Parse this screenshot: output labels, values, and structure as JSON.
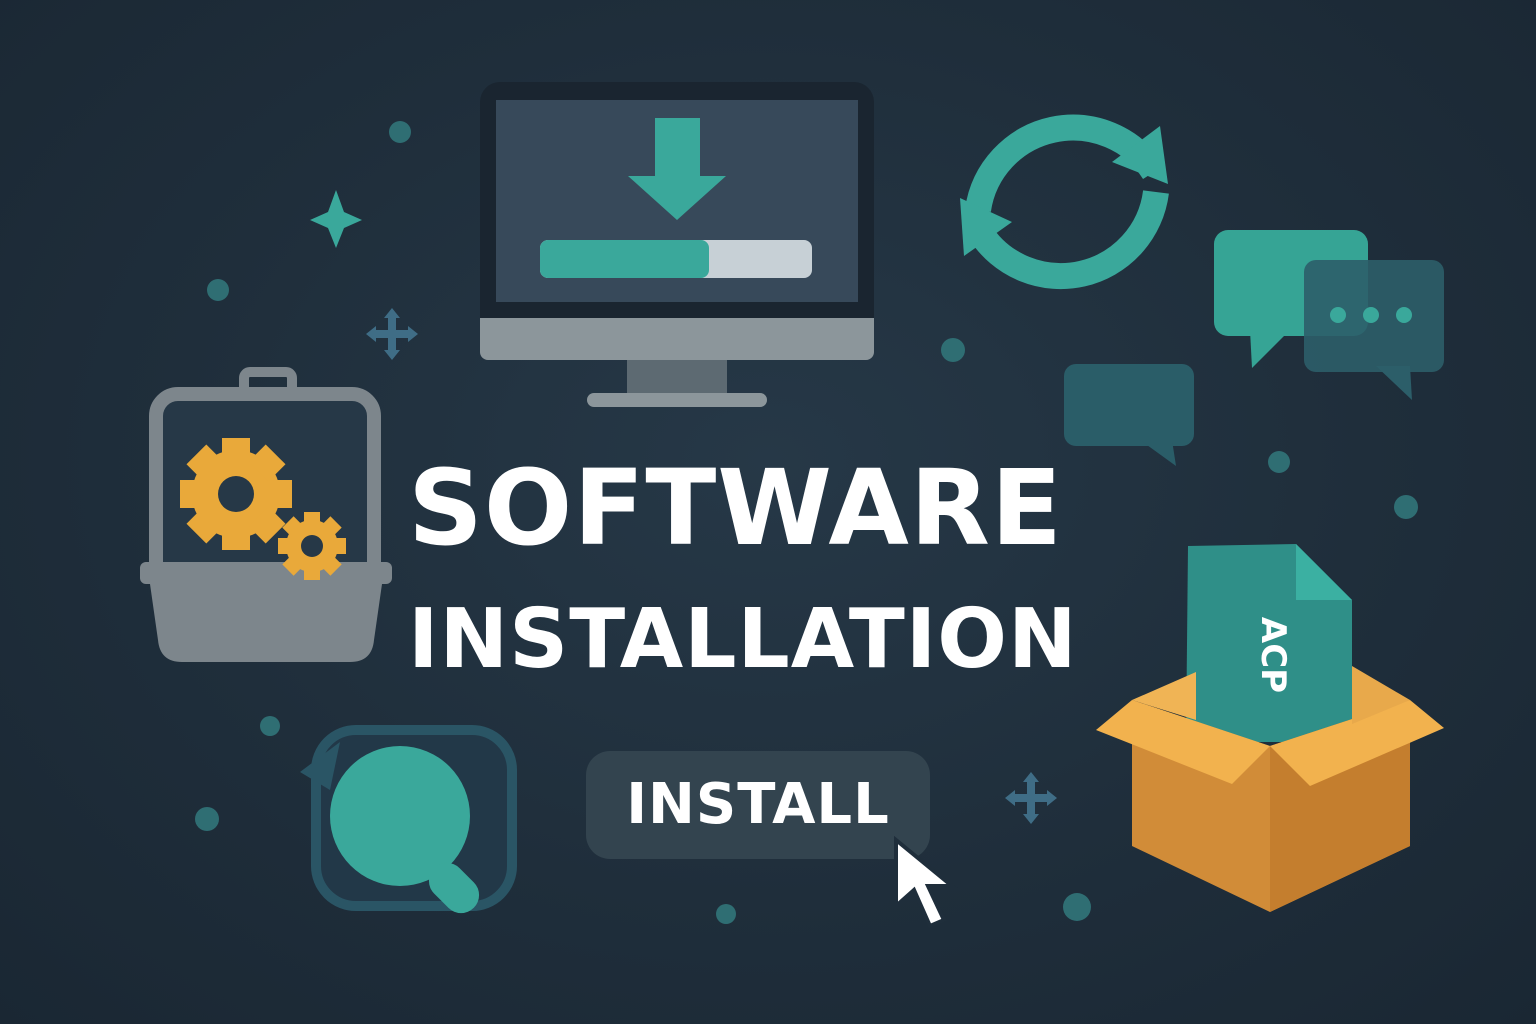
{
  "title": {
    "line1": "SOFTWARE",
    "line2": "INSTALLATION"
  },
  "button": {
    "label": "INSTALL"
  },
  "package_label": "ACP",
  "icons": [
    "monitor-download-icon",
    "refresh-icon",
    "chat-bubbles-icon",
    "toolbox-gears-icon",
    "magnifier-icon",
    "package-box-icon",
    "cursor-arrow-icon"
  ],
  "colors": {
    "background": "#1f2e3b",
    "teal": "#3aa89b",
    "gold": "#e9a93a",
    "box": "#e8a94b",
    "panel": "#33444f",
    "gray": "#7d868c"
  },
  "progress": 0.62
}
